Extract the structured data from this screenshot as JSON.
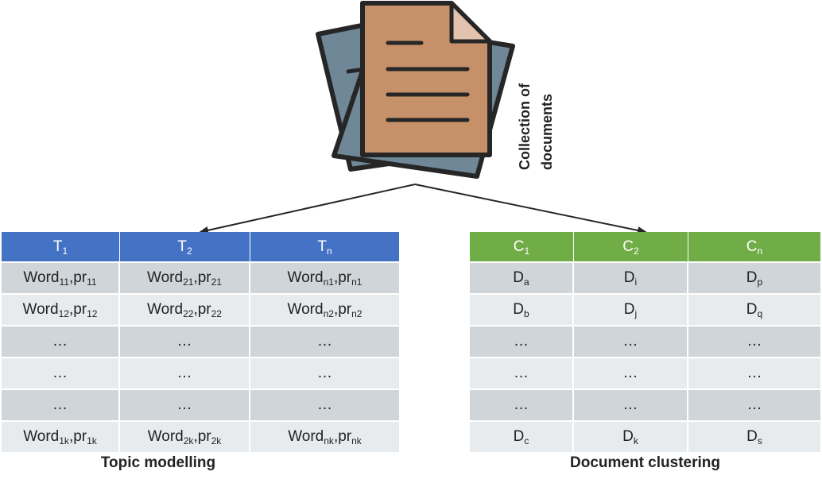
{
  "graphic": {
    "label_line1": "Collection of",
    "label_line2": "documents",
    "colors": {
      "front_doc": "#c69168",
      "back_doc": "#6f8796",
      "outline": "#262626",
      "fold": "#e3c3ad"
    }
  },
  "topic_modelling": {
    "caption": "Topic modelling",
    "header_color": "#4472c4",
    "headers": [
      {
        "base": "T",
        "sub": "1"
      },
      {
        "base": "T",
        "sub": "2"
      },
      {
        "base": "T",
        "sub": "n"
      }
    ],
    "rows": [
      [
        {
          "a": "Word",
          "as": "11",
          "b": ",pr",
          "bs": "11"
        },
        {
          "a": "Word",
          "as": "21",
          "b": ",pr",
          "bs": "21"
        },
        {
          "a": "Word",
          "as": "n1",
          "b": ",pr",
          "bs": "n1"
        }
      ],
      [
        {
          "a": "Word",
          "as": "12",
          "b": ",pr",
          "bs": "12"
        },
        {
          "a": "Word",
          "as": "22",
          "b": ",pr",
          "bs": "22"
        },
        {
          "a": "Word",
          "as": "n2",
          "b": ",pr",
          "bs": "n2"
        }
      ],
      [
        {
          "a": "…"
        },
        {
          "a": "…"
        },
        {
          "a": "…"
        }
      ],
      [
        {
          "a": "…"
        },
        {
          "a": "…"
        },
        {
          "a": "…"
        }
      ],
      [
        {
          "a": "…"
        },
        {
          "a": "…"
        },
        {
          "a": "…"
        }
      ],
      [
        {
          "a": "Word",
          "as": "1k",
          "b": ",pr",
          "bs": "1k"
        },
        {
          "a": "Word",
          "as": "2k",
          "b": ",pr",
          "bs": "2k"
        },
        {
          "a": "Word",
          "as": "nk",
          "b": ",pr",
          "bs": "nk"
        }
      ]
    ]
  },
  "document_clustering": {
    "caption": "Document clustering",
    "header_color": "#70ad47",
    "headers": [
      {
        "base": "C",
        "sub": "1"
      },
      {
        "base": "C",
        "sub": "2"
      },
      {
        "base": "C",
        "sub": "n"
      }
    ],
    "rows": [
      [
        {
          "a": "D",
          "as": "a"
        },
        {
          "a": "D",
          "as": "i"
        },
        {
          "a": "D",
          "as": "p"
        }
      ],
      [
        {
          "a": "D",
          "as": "b"
        },
        {
          "a": "D",
          "as": "j"
        },
        {
          "a": "D",
          "as": "q"
        }
      ],
      [
        {
          "a": "…"
        },
        {
          "a": "…"
        },
        {
          "a": "…"
        }
      ],
      [
        {
          "a": "…"
        },
        {
          "a": "…"
        },
        {
          "a": "…"
        }
      ],
      [
        {
          "a": "…"
        },
        {
          "a": "…"
        },
        {
          "a": "…"
        }
      ],
      [
        {
          "a": "D",
          "as": "c"
        },
        {
          "a": "D",
          "as": "k"
        },
        {
          "a": "D",
          "as": "s"
        }
      ]
    ]
  }
}
